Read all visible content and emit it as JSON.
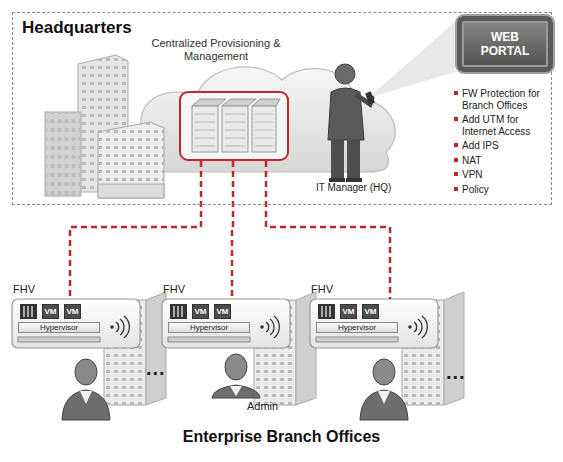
{
  "diagram": {
    "caption": "Enterprise Branch Offices",
    "nodes": [
      {
        "text": [
          "Headquarters"
        ]
      },
      {
        "text": [
          "Centralized Provisioning & Management"
        ],
        "in": 0
      },
      {
        "text": [
          "WEB PORTAL"
        ]
      },
      {
        "text": [
          "FHV"
        ]
      },
      {
        "text": [
          "VM"
        ],
        "in": 3
      },
      {
        "text": [
          "VM"
        ],
        "in": 3
      },
      {
        "text": [
          "Hypervisor"
        ],
        "in": 3
      },
      {
        "text": [
          "FHV"
        ]
      },
      {
        "text": [
          "VM"
        ],
        "in": 7
      },
      {
        "text": [
          "VM"
        ],
        "in": 7
      },
      {
        "text": [
          "Hypervisor"
        ],
        "in": 7
      },
      {
        "text": [
          "FHV"
        ]
      },
      {
        "text": [
          "VM"
        ],
        "in": 11
      },
      {
        "text": [
          "VM"
        ],
        "in": 11
      },
      {
        "text": [
          "Hypervisor"
        ],
        "in": 11
      }
    ],
    "edges": [
      {
        "from": 1,
        "to": 3,
        "arrow": "none"
      },
      {
        "from": 1,
        "to": 7,
        "arrow": "none"
      },
      {
        "from": 1,
        "to": 11,
        "arrow": "none"
      }
    ],
    "labels": [
      "IT Manager (HQ)",
      "FW Protection for Branch Offices",
      "Add UTM for Internet Access",
      "Add IPS",
      "NAT",
      "VPN",
      "Policy",
      "...",
      "Admin",
      "..."
    ]
  }
}
